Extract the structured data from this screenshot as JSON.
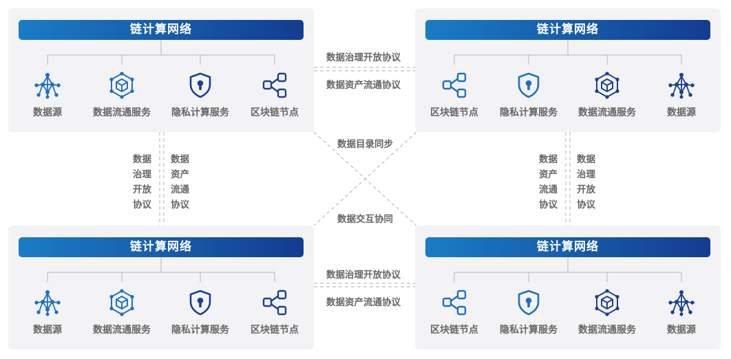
{
  "network_title": "链计算网络",
  "nodes": {
    "data_source": "数据源",
    "data_flow_service": "数据流通服务",
    "privacy_compute_service": "隐私计算服务",
    "blockchain_node": "区块链节点"
  },
  "protocols": {
    "governance_open": "数据治理开放协议",
    "asset_flow": "数据资产流通协议",
    "catalog_sync": "数据目录同步",
    "interaction_coop": "数据交互协同",
    "governance_vertical_1": "数据",
    "governance_vertical_2": "治理",
    "governance_vertical_3": "开放",
    "governance_vertical_4": "协议",
    "asset_vertical_1": "数据",
    "asset_vertical_2": "资产",
    "asset_vertical_3": "流通",
    "asset_vertical_4": "协议"
  },
  "colors": {
    "icon_blue": "#1f6fc0",
    "icon_dark": "#1c3f8f",
    "header_start": "#1a7cc6",
    "header_end": "#133c91",
    "panel_bg": "#f3f3f5",
    "label_gray": "#666666"
  },
  "icons": [
    "network-icon",
    "hexagon-cube-icon",
    "shield-keyhole-icon",
    "share-nodes-icon"
  ]
}
